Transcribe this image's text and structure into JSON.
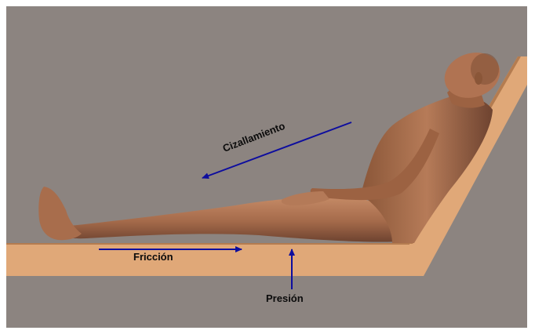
{
  "labels": {
    "shear": "Cizallamiento",
    "friction": "Fricción",
    "pressure": "Presión"
  },
  "colors": {
    "background": "#8c8480",
    "bed": "#e0a878",
    "bed_edge": "#b47c50",
    "arrow": "#0d0d9e",
    "skin": "#a86d4c",
    "skin_shadow": "#6e4330",
    "skin_highlight": "#cf9270",
    "frame": "#ffffff"
  }
}
